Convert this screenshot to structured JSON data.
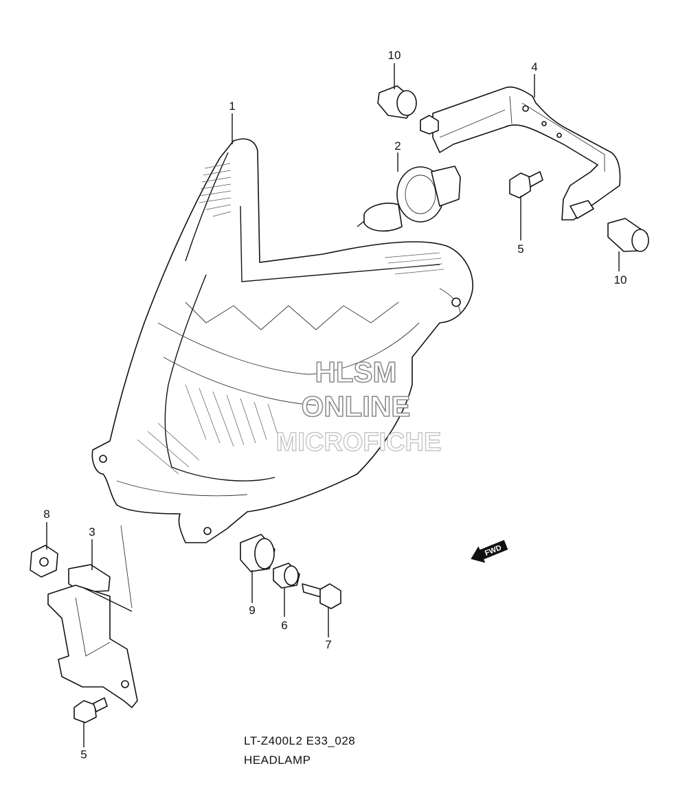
{
  "diagram": {
    "callouts": [
      "10",
      "4",
      "1",
      "2",
      "5",
      "10",
      "8",
      "3",
      "9",
      "6",
      "7",
      "5"
    ],
    "caption_code": "LT-Z400L2 E33_028",
    "caption_title": "HEADLAMP",
    "watermark": [
      "HLSM",
      "ONLINE",
      "MICROFICHE"
    ],
    "fwd_label": "FWD"
  }
}
